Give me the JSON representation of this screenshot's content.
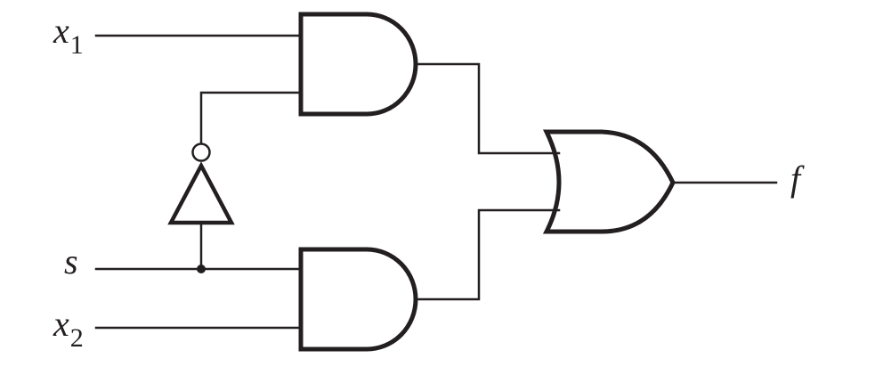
{
  "labels": {
    "x1": {
      "name": "x",
      "sub": "1"
    },
    "s": {
      "name": "s"
    },
    "x2": {
      "name": "x",
      "sub": "2"
    },
    "f": {
      "name": "f"
    }
  },
  "colors": {
    "ink": "#231f20",
    "background": "#ffffff"
  },
  "gates": [
    {
      "type": "AND",
      "id": "and-top"
    },
    {
      "type": "AND",
      "id": "and-bottom"
    },
    {
      "type": "NOT",
      "id": "inverter"
    },
    {
      "type": "OR",
      "id": "or-output"
    }
  ]
}
